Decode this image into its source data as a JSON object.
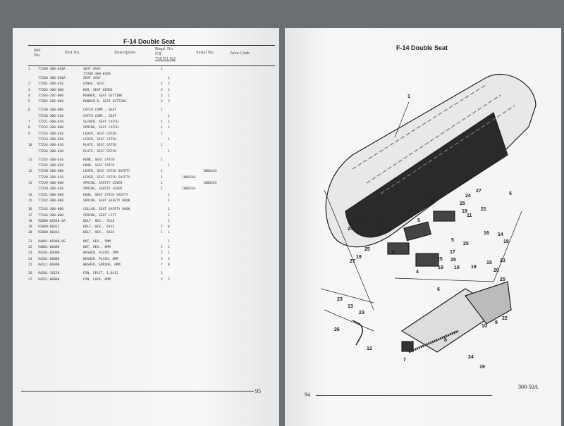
{
  "left_page": {
    "title": "F-14  Double Seat",
    "headers": {
      "ref": "Ref No.",
      "part": "Part No.",
      "desc": "Description",
      "reqd": "Reqd. No.",
      "model": "CB",
      "variants": "750 K1 K2",
      "serial": "Serial No.",
      "area": "Area Code"
    },
    "groups": [
      [
        {
          "ref": "1",
          "part": "77200-300-020A",
          "desc": "SEAT ASSY",
          "sub": "77200-300-030A",
          "k1": "1",
          "k2": "",
          "s1": "",
          "s2": ""
        },
        {
          "ref": "",
          "part": "77200-300-030A",
          "desc": "SEAT ASSY",
          "k1": "",
          "k2": "1",
          "s1": "",
          "s2": ""
        },
        {
          "ref": "2",
          "part": "77201-300-010",
          "desc": "HINGE, SEAT",
          "k1": "2",
          "k2": "2",
          "s1": "",
          "s2": ""
        },
        {
          "ref": "3",
          "part": "77203-300-000",
          "desc": "BAR, SEAT HINGE",
          "k1": "2",
          "k2": "2",
          "s1": "",
          "s2": ""
        },
        {
          "ref": "4",
          "part": "77204-292-000",
          "desc": "RUBBER, SEAT SETTING",
          "k1": "2",
          "k2": "2",
          "s1": "",
          "s2": ""
        },
        {
          "ref": "5",
          "part": "77205-286-000",
          "desc": "RUBBER B, SEAT SETTING",
          "k1": "3",
          "k2": "3",
          "s1": "",
          "s2": ""
        }
      ],
      [
        {
          "ref": "6",
          "part": "77230-300-000",
          "desc": "CATCH COMP., SEAT",
          "k1": "1",
          "k2": "",
          "s1": "",
          "s2": ""
        },
        {
          "ref": "",
          "part": "77230-300-010",
          "desc": "CATCH COMP., SEAT",
          "k1": "",
          "k2": "1",
          "s1": "",
          "s2": ""
        },
        {
          "ref": "7",
          "part": "77231-300-010",
          "desc": "SLIDER, SEAT CATCH",
          "k1": "1",
          "k2": "1",
          "s1": "",
          "s2": ""
        },
        {
          "ref": "8",
          "part": "77232-300-000",
          "desc": "SPRING, SEAT CATCH",
          "k1": "1",
          "k2": "1",
          "s1": "",
          "s2": ""
        },
        {
          "ref": "9",
          "part": "77233-300-010",
          "desc": "LEVER, SEAT CATCH",
          "k1": "1",
          "k2": "",
          "s1": "",
          "s2": ""
        },
        {
          "ref": "",
          "part": "77233-300-020",
          "desc": "LEVER, SEAT CATCH",
          "k1": "",
          "k2": "1",
          "s1": "",
          "s2": ""
        },
        {
          "ref": "10",
          "part": "77234-300-010",
          "desc": "PLATE, SEAT CATCH",
          "k1": "1",
          "k2": "",
          "s1": "",
          "s2": ""
        },
        {
          "ref": "",
          "part": "77234-300-020",
          "desc": "PLATE, SEAT CATCH",
          "k1": "",
          "k2": "1",
          "s1": "",
          "s2": ""
        }
      ],
      [
        {
          "ref": "11",
          "part": "77235-300-010",
          "desc": "HOOK, SEAT CATCH",
          "k1": "1",
          "k2": "",
          "s1": "",
          "s2": ""
        },
        {
          "ref": "",
          "part": "77235-300-020",
          "desc": "HOOK, SEAT CATCH",
          "k1": "",
          "k2": "1",
          "s1": "",
          "s2": ""
        },
        {
          "ref": "12",
          "part": "77238-300-000",
          "desc": "LEVER, SEAT CATCH SAFETY",
          "k1": "1",
          "k2": "",
          "s1": "",
          "s2": "1000263"
        },
        {
          "ref": "",
          "part": "77238-300-010",
          "desc": "LEVER, SEAT CATCH SAFETY",
          "k1": "1",
          "k2": "",
          "s1": "1000264",
          "s2": ""
        },
        {
          "ref": "13",
          "part": "77239-300-000",
          "desc": "SPRING, SAFETY LEVER",
          "k1": "1",
          "k2": "",
          "s1": "",
          "s2": "1000263"
        },
        {
          "ref": "",
          "part": "77239-300-010",
          "desc": "SPRING, SAFETY LEVER",
          "k1": "1",
          "k2": "",
          "s1": "1000264",
          "s2": ""
        },
        {
          "ref": "14",
          "part": "77241-300-000",
          "desc": "HOOK, SEAT CATCH SAFETY",
          "k1": "",
          "k2": "1",
          "s1": "",
          "s2": ""
        },
        {
          "ref": "15",
          "part": "77242-300-000",
          "desc": "SPRING, SEAT SAFETY HOOK",
          "k1": "",
          "k2": "1",
          "s1": "",
          "s2": ""
        }
      ],
      [
        {
          "ref": "16",
          "part": "77243-300-000",
          "desc": "COLLAR, SEAT SAFETY HOOK",
          "k1": "",
          "k2": "1",
          "s1": "",
          "s2": ""
        },
        {
          "ref": "17",
          "part": "77244-300-000",
          "desc": "SPRING, SEAT LIFT",
          "k1": "",
          "k2": "1",
          "s1": "",
          "s2": ""
        },
        {
          "ref": "18",
          "part": "92000-05018-0A",
          "desc": "BOLT, HEX., 5X18",
          "k1": "",
          "k2": "1",
          "s1": "",
          "s2": ""
        },
        {
          "ref": "19",
          "part": "92000-06012",
          "desc": "BOLT, HEX., 6X12",
          "k1": "7",
          "k2": "8",
          "s1": "",
          "s2": ""
        },
        {
          "ref": "20",
          "part": "92000-06016",
          "desc": "BOLT, HEX., 6X16",
          "k1": "1",
          "k2": "1",
          "s1": "",
          "s2": ""
        }
      ],
      [
        {
          "ref": "21",
          "part": "94001-05000-0S",
          "desc": "NUT, HEX., 5MM",
          "k1": "",
          "k2": "1",
          "s1": "",
          "s2": ""
        },
        {
          "ref": "22",
          "part": "94001-06000",
          "desc": "NUT, HEX., 6MM",
          "k1": "1",
          "k2": "1",
          "s1": "",
          "s2": ""
        },
        {
          "ref": "23",
          "part": "94101-05000",
          "desc": "WASHER, PLAIN, 5MM",
          "k1": "2",
          "k2": "1",
          "s1": "",
          "s2": ""
        },
        {
          "ref": "24",
          "part": "94101-06000",
          "desc": "WASHER, PLAIN, 6MM",
          "k1": "3",
          "k2": "3",
          "s1": "",
          "s2": ""
        },
        {
          "ref": "25",
          "part": "94111-06000",
          "desc": "WASHER, SPRING, 6MM",
          "k1": "7",
          "k2": "8",
          "s1": "",
          "s2": ""
        }
      ],
      [
        {
          "ref": "26",
          "part": "94201-16120",
          "desc": "PIN, SPLIT, 1.6X12",
          "k1": "1",
          "k2": "",
          "s1": "",
          "s2": ""
        },
        {
          "ref": "27",
          "part": "94251-06000",
          "desc": "PIN, LOCK, 6MM",
          "k1": "2",
          "k2": "2",
          "s1": "",
          "s2": ""
        }
      ]
    ],
    "page_number": "95"
  },
  "right_page": {
    "title": "F-14  Double Seat",
    "page_number": "94",
    "code": "300-50A",
    "callouts": [
      "1",
      "2",
      "27",
      "24",
      "5",
      "25",
      "3",
      "19",
      "21",
      "2",
      "3",
      "5",
      "11",
      "24",
      "16",
      "14",
      "4",
      "5",
      "17",
      "18",
      "25",
      "19",
      "25",
      "15",
      "23",
      "27",
      "25",
      "25",
      "19",
      "19",
      "19",
      "4",
      "20",
      "25",
      "6",
      "23",
      "13",
      "23",
      "22",
      "9",
      "10",
      "26",
      "8",
      "7",
      "12",
      "24",
      "19"
    ]
  }
}
